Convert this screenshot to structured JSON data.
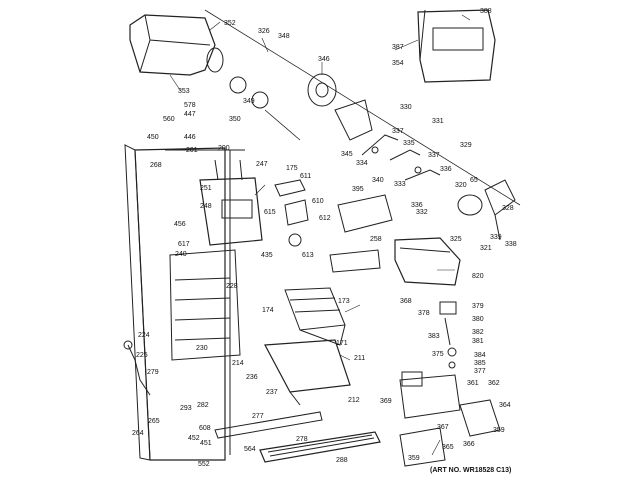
{
  "figure": {
    "art_number": "(ART NO. WR18528 C13)"
  },
  "callouts": [
    "352",
    "388",
    "326",
    "348",
    "387",
    "354",
    "346",
    "353",
    "349",
    "350",
    "578",
    "447",
    "560",
    "450",
    "446",
    "330",
    "331",
    "337",
    "345",
    "334",
    "335",
    "329",
    "337",
    "340",
    "333",
    "336",
    "65",
    "268",
    "201",
    "200",
    "247",
    "175",
    "611",
    "251",
    "248",
    "456",
    "615",
    "610",
    "612",
    "617",
    "240",
    "435",
    "613",
    "395",
    "258",
    "320",
    "328",
    "325",
    "321",
    "339",
    "338",
    "332",
    "336",
    "820",
    "368",
    "378",
    "379",
    "380",
    "382",
    "381",
    "383",
    "375",
    "384",
    "385",
    "377",
    "228",
    "174",
    "173",
    "171",
    "211",
    "224",
    "230",
    "225",
    "279",
    "214",
    "236",
    "237",
    "212",
    "369",
    "361",
    "362",
    "364",
    "293",
    "282",
    "265",
    "264",
    "608",
    "452",
    "451",
    "552",
    "277",
    "278",
    "564",
    "288",
    "367",
    "366",
    "365",
    "359",
    "359"
  ]
}
